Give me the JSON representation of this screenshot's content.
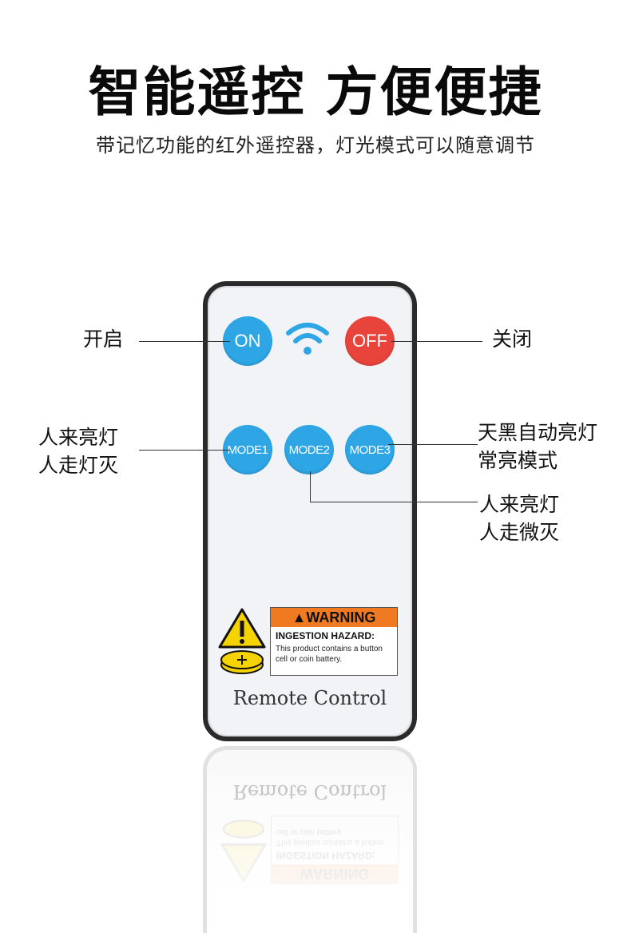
{
  "headline": "智能遥控 方便便捷",
  "subline": "带记忆功能的红外遥控器，灯光模式可以随意调节",
  "buttons": {
    "on": "ON",
    "off": "OFF",
    "mode1": "MODE1",
    "mode2": "MODE2",
    "mode3": "MODE3"
  },
  "callouts": {
    "on": "开启",
    "off": "关闭",
    "mode1_line1": "人来亮灯",
    "mode1_line2": "人走灯灭",
    "mode3_line1": "天黑自动亮灯",
    "mode3_line2": "常亮模式",
    "mode2_line1": "人来亮灯",
    "mode2_line2": "人走微灭"
  },
  "warning": {
    "header": "WARNING",
    "title": "INGESTION HAZARD:",
    "line1": "This product contains a button",
    "line2": "cell or coin battery."
  },
  "remote_label": "Remote Control",
  "colors": {
    "button_blue": "#2ea6e6",
    "button_red": "#e8443c",
    "warning_orange": "#f07a22",
    "warning_yellow": "#f5d300"
  },
  "icons": [
    "wifi-signal-icon",
    "warning-triangle-icon",
    "coin-battery-icon"
  ]
}
